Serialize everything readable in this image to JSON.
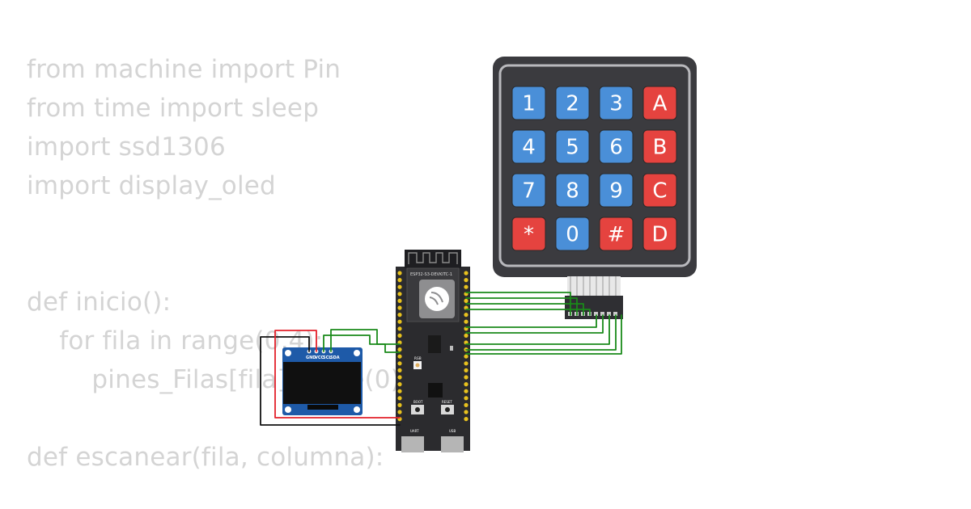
{
  "code": {
    "lines": [
      "from machine import Pin",
      "from time import sleep",
      "import ssd1306",
      "import display_oled",
      "",
      "",
      "def inicio():",
      "    for fila in range(0,4):",
      "        pines_Filas[fila].value(0)",
      "",
      "def escanear(fila, columna):"
    ]
  },
  "keypad": {
    "keys": [
      {
        "label": "1",
        "color": "#4a8fd8"
      },
      {
        "label": "2",
        "color": "#4a8fd8"
      },
      {
        "label": "3",
        "color": "#4a8fd8"
      },
      {
        "label": "A",
        "color": "#e5433f"
      },
      {
        "label": "4",
        "color": "#4a8fd8"
      },
      {
        "label": "5",
        "color": "#4a8fd8"
      },
      {
        "label": "6",
        "color": "#4a8fd8"
      },
      {
        "label": "B",
        "color": "#e5433f"
      },
      {
        "label": "7",
        "color": "#4a8fd8"
      },
      {
        "label": "8",
        "color": "#4a8fd8"
      },
      {
        "label": "9",
        "color": "#4a8fd8"
      },
      {
        "label": "C",
        "color": "#e5433f"
      },
      {
        "label": "*",
        "color": "#e5433f"
      },
      {
        "label": "0",
        "color": "#4a8fd8"
      },
      {
        "label": "#",
        "color": "#e5433f"
      },
      {
        "label": "D",
        "color": "#e5433f"
      }
    ]
  },
  "board": {
    "title": "ESP32-S3-DEVKITC-1",
    "rgb_label": "RGB",
    "boot_label": "BOOT",
    "reset_label": "RESET",
    "uart_label": "UART",
    "usb_label": "USB"
  },
  "oled": {
    "pins": [
      "GND",
      "VCC",
      "SCL",
      "SDA"
    ]
  },
  "colors": {
    "wire_green": "#1a8a1a",
    "wire_red": "#e3202a",
    "wire_black": "#111111",
    "code_text": "#d4d4d4",
    "keypad_body": "#3b3b3f"
  }
}
